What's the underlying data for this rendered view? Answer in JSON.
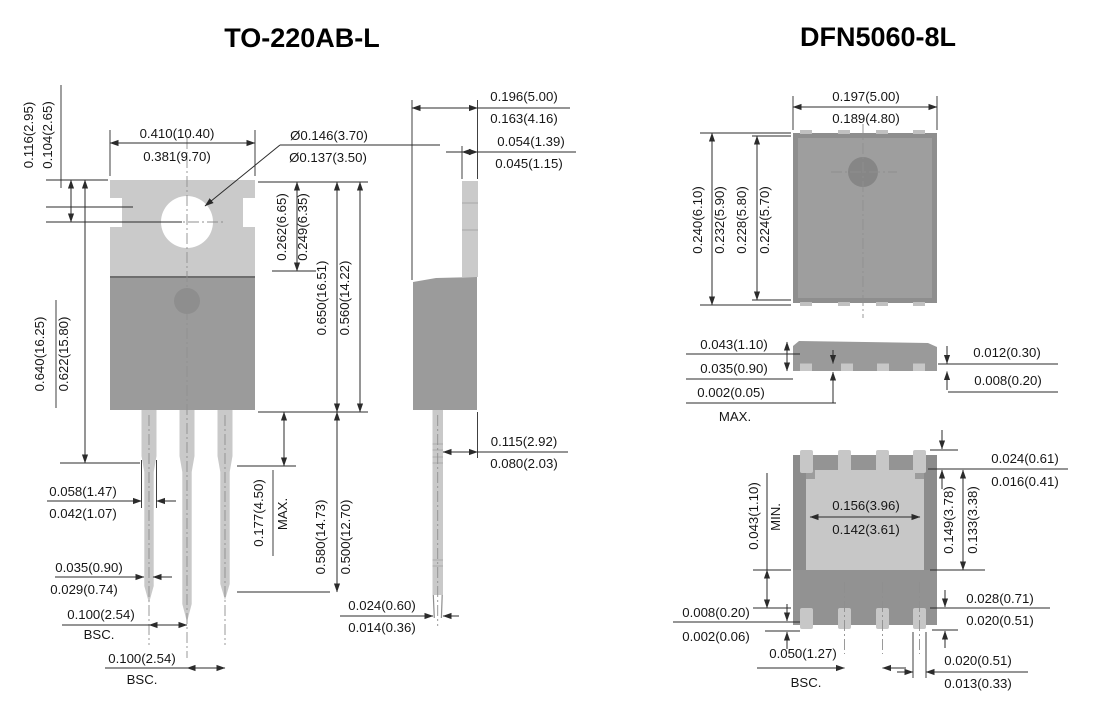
{
  "titles": {
    "to220": "TO-220AB-L",
    "dfn": "DFN5060-8L"
  },
  "colors": {
    "tab_light": "#cacaca",
    "body_dark": "#9b9b9b",
    "pin_light": "#c9c9c9",
    "pkg_border": "#8e8e8e",
    "pkg_inner": "#9e9e9e",
    "pad_light": "#c7c7c7",
    "pkg_mid": "#9c9c9c",
    "pkg_lower": "#929292",
    "strip_dark": "#8c8c8c",
    "hole_white": "#ffffff",
    "line": "#2b2b2b"
  },
  "to220": {
    "front": {
      "tab_offset_max": "0.116(2.95)",
      "tab_offset_min": "0.104(2.65)",
      "width_max": "0.410(10.40)",
      "width_min": "0.381(9.70)",
      "hole_dia_max": "Ø0.146(3.70)",
      "hole_dia_min": "Ø0.137(3.50)",
      "hole_depth_max": "0.262(6.65)",
      "hole_depth_min": "0.249(6.35)",
      "height_max": "0.650(16.51)",
      "height_min": "0.560(14.22)",
      "body_height_max": "0.640(16.25)",
      "body_height_min": "0.622(15.80)",
      "lead_width_max": "0.058(1.47)",
      "lead_width_min": "0.042(1.07)",
      "lead_thick_max": "0.035(0.90)",
      "lead_thick_min": "0.029(0.74)",
      "pitch": "0.100(2.54)",
      "pitch_note": "BSC.",
      "shoulder_max": "0.177(4.50)",
      "shoulder_note": "MAX.",
      "lead_len_max": "0.580(14.73)",
      "lead_len_min": "0.500(12.70)"
    },
    "side": {
      "depth_max": "0.196(5.00)",
      "depth_min": "0.163(4.16)",
      "tab_thick_max": "0.054(1.39)",
      "tab_thick_min": "0.045(1.15)",
      "lead_offset_max": "0.115(2.92)",
      "lead_offset_min": "0.080(2.03)",
      "tip_thick_max": "0.024(0.60)",
      "tip_thick_min": "0.014(0.36)"
    }
  },
  "dfn": {
    "top": {
      "width_max": "0.197(5.00)",
      "width_min": "0.189(4.80)",
      "height_labels": [
        "0.240(6.10)",
        "0.232(5.90)",
        "0.228(5.80)",
        "0.224(5.70)"
      ]
    },
    "side": {
      "thick_max": "0.043(1.10)",
      "thick_min": "0.035(0.90)",
      "standoff": "0.002(0.05)",
      "standoff_note": "MAX.",
      "pad_max": "0.012(0.30)",
      "pad_min": "0.008(0.20)"
    },
    "bottom": {
      "tab_ext_max": "0.024(0.61)",
      "tab_ext_min": "0.016(0.41)",
      "gap": "0.043(1.10)",
      "gap_note": "MIN.",
      "pad_w_max": "0.156(3.96)",
      "pad_w_min": "0.142(3.61)",
      "pad_h_max": "0.149(3.78)",
      "pad_h_min": "0.133(3.38)",
      "standoff_max": "0.008(0.20)",
      "standoff_min": "0.002(0.06)",
      "term_h_max": "0.028(0.71)",
      "term_h_min": "0.020(0.51)",
      "pitch": "0.050(1.27)",
      "pitch_note": "BSC.",
      "term_w_max": "0.020(0.51)",
      "term_w_min": "0.013(0.33)"
    }
  }
}
